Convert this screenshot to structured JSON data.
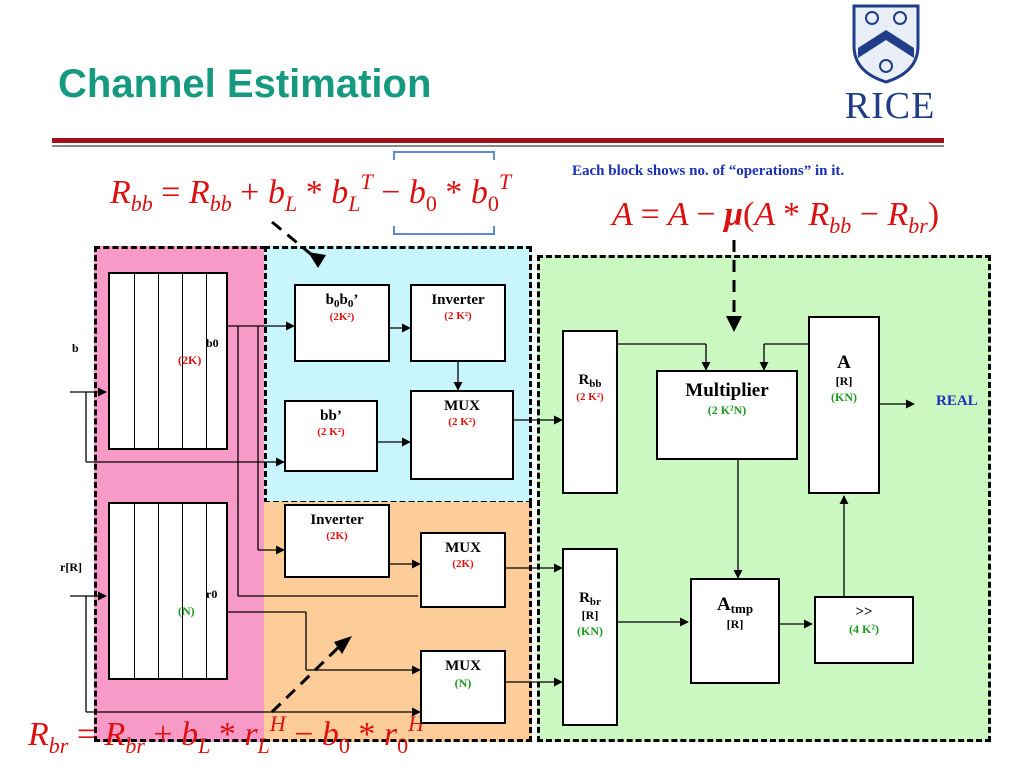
{
  "slide": {
    "title": "Channel Estimation",
    "logo_text": "RICE",
    "note": "Each block shows no. of “operations” in it."
  },
  "equations": {
    "rbb_update": "R_bb = R_bb + b_L * b_L^T − b_0 * b_0^T",
    "a_update": "A = A − μ(A * R_bb − R_br)",
    "rbr_update": "R_br = R_br + b_L * r_L^H − b_0 * r_0^H"
  },
  "inputs": {
    "b": "b",
    "r": "r[R]"
  },
  "registers": {
    "b_file": {
      "tap": "b0",
      "ops": "(2K)"
    },
    "r_file": {
      "tap": "r0",
      "ops": "(N)"
    }
  },
  "blocks": {
    "b0b0": {
      "ops": "(2K²)"
    },
    "inverter_top": {
      "label": "Inverter",
      "ops": "(2 K²)"
    },
    "bb": {
      "label": "bb’",
      "ops": "(2 K²)"
    },
    "mux_top": {
      "label": "MUX",
      "ops": "(2 K²)"
    },
    "inverter_bottom": {
      "label": "Inverter",
      "ops": "(2K)"
    },
    "mux_mid": {
      "label": "MUX",
      "ops": "(2K)"
    },
    "mux_bottom": {
      "label": "MUX",
      "ops": "(N)"
    },
    "rbb": {
      "ops": "(2 K²)"
    },
    "rbr": {
      "type": "[R]",
      "ops": "(KN)"
    },
    "multiplier": {
      "label": "Multiplier",
      "ops": "(2 K²N)"
    },
    "a": {
      "label": "A",
      "type": "[R]",
      "ops": "(KN)"
    },
    "atmp": {
      "type": "[R]"
    },
    "shift": {
      "label": ">>",
      "ops": "(4 K²)"
    }
  },
  "output": {
    "label": "REAL"
  },
  "colors": {
    "title": "#159a80",
    "accent_red": "#a3121a",
    "note_blue": "#1c2fb8",
    "equation_red": "#dd1010",
    "ops_green": "#1a9a1a",
    "pink_region": "#f79ac8",
    "cyan_region": "#c9f6fd",
    "peach_region": "#fccc99",
    "green_region": "#cbf7c1"
  }
}
